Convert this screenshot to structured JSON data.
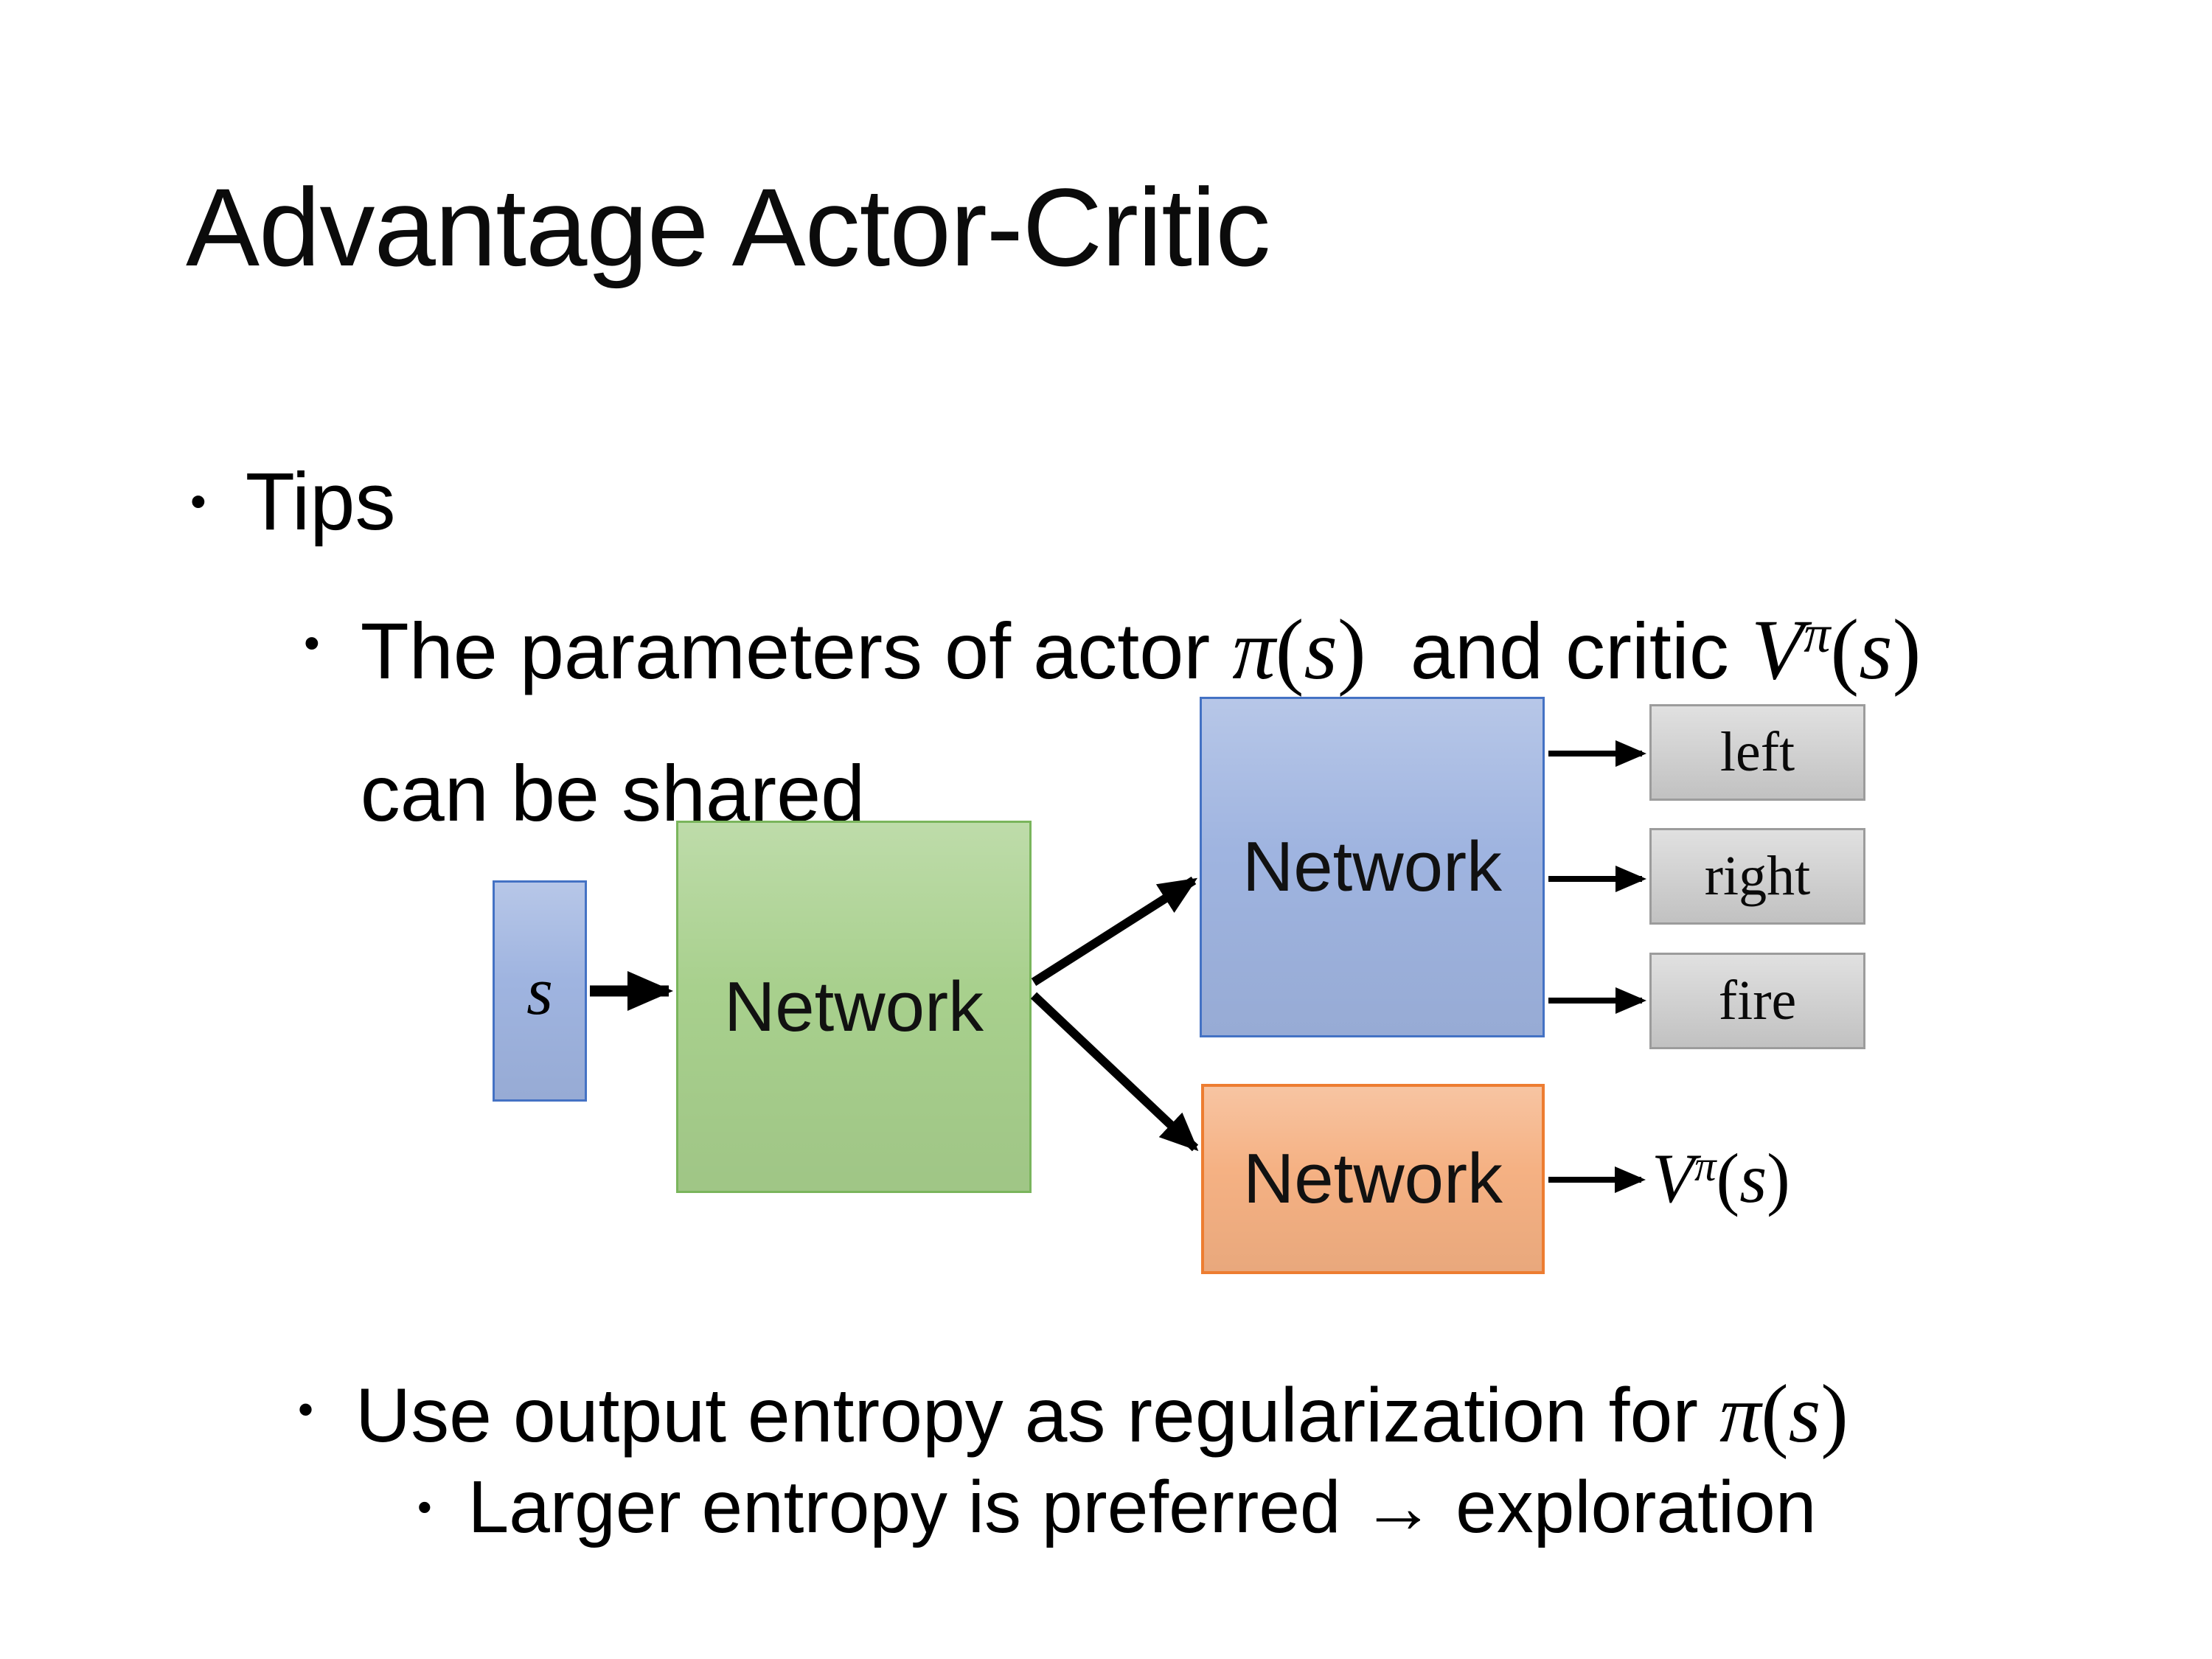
{
  "slide": {
    "title": "Advantage Actor-Critic",
    "bullet_glyph": "•",
    "tips_label": "Tips",
    "param_pre": "The parameters of actor ",
    "param_mid": "  and critic ",
    "param_line2": "can be shared",
    "entropy_pre": "Use output entropy as regularization for ",
    "exploration_text": "Larger entropy is preferred → exploration"
  },
  "math": {
    "pi": "π",
    "V": "V",
    "s": "s",
    "open": "(",
    "close": ")"
  },
  "diagram": {
    "input_label": "s",
    "shared_network_label": "Network",
    "actor_network_label": "Network",
    "critic_network_label": "Network",
    "actions": [
      "left",
      "right",
      "fire"
    ],
    "colors": {
      "blue_fill": "#9fb4e0",
      "blue_border": "#4472c4",
      "green_fill": "#a8d08d",
      "green_border": "#7ab55c",
      "orange_fill": "#f5b183",
      "orange_border": "#ed7d31",
      "gray_fill": "#d0d0d0",
      "gray_border": "#9c9c9c",
      "arrow_color": "#000000"
    }
  }
}
